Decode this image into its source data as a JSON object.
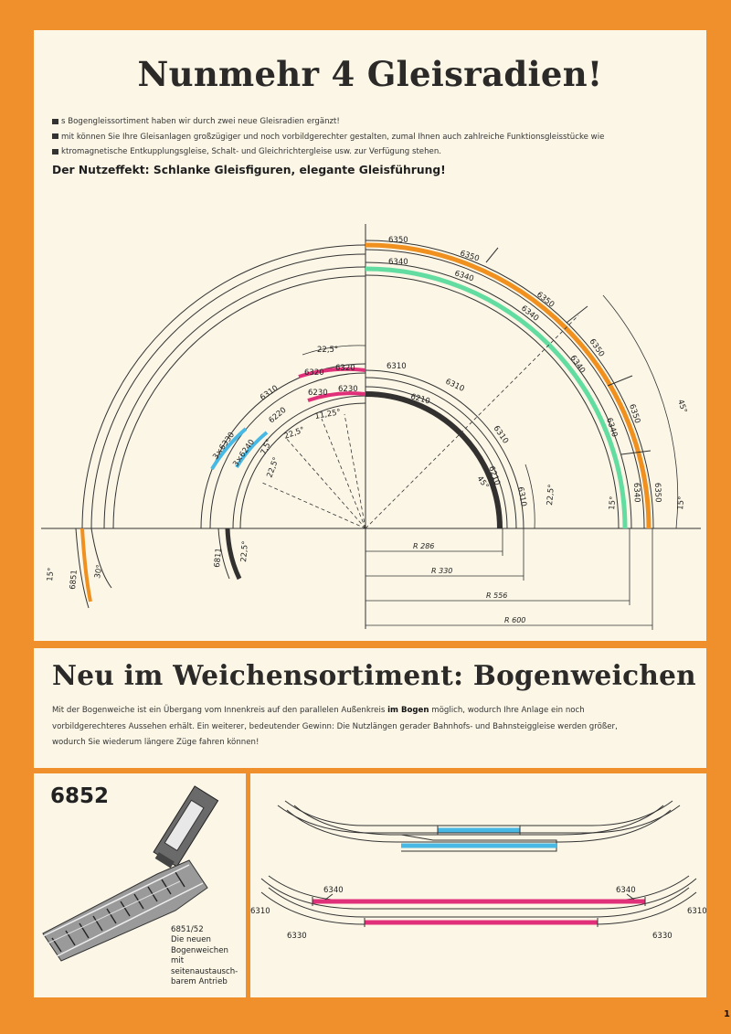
{
  "top": {
    "title": "Nunmehr 4 Gleisradien!",
    "intro_lines": [
      "s Bogengleissortiment haben wir durch zwei neue Gleisradien ergänzt!",
      "mit können Sie Ihre Gleisanlagen großzügiger und noch vorbildgerechter gestalten, zumal Ihnen auch zahlreiche Funktionsgleisstücke wie",
      "ktromagnetische Entkupplungsgleise, Schalt- und Gleichrichtergleise usw. zur Verfügung stehen."
    ],
    "subheading": "Der Nutzeffekt: Schlanke Gleisfiguren, elegante Gleisführung!"
  },
  "radii": {
    "r286": "R 286",
    "r330": "R 330",
    "r556": "R 556",
    "r600": "R 600"
  },
  "track_labels": {
    "outer_6350": [
      "6350",
      "6350",
      "6350",
      "6350",
      "6350",
      "6350"
    ],
    "outer_6340": [
      "6340",
      "6340",
      "6340",
      "6340",
      "6340",
      "6340"
    ],
    "mid_6310": [
      "6310",
      "6310",
      "6310",
      "6310",
      "6310"
    ],
    "mid_6210": [
      "6210",
      "6210"
    ],
    "pink_outer": [
      "6320",
      "6320"
    ],
    "pink_inner": [
      "6230",
      "6230"
    ],
    "small_left": [
      "6220",
      "3×6330",
      "3×6240"
    ],
    "switch_left": "6851",
    "switch_inner": "6811"
  },
  "angles": {
    "a45_left": "45°",
    "a45_right": "45°",
    "a22_5_top": "22,5°",
    "a22_5_right": "22,5°",
    "a22_5_mid": "22,5°",
    "a22_5_low": "22,5°",
    "a22_5_bottom": "22,5°",
    "a11_25": "11,25°",
    "a7_5": "7,5°",
    "a15_a": "15°",
    "a15_b": "15°",
    "a15_c": "15°",
    "a30": "30°"
  },
  "middle": {
    "title": "Neu im Weichensortiment: Bogenweichen",
    "body_line1_pre": "Mit der Bogenweiche ist ein Übergang vom Innenkreis auf den parallelen Außenkreis",
    "body_line1_bold": "im Bogen",
    "body_line1_post": "möglich, wodurch Ihre Anlage ein noch",
    "body_line2": "vorbildgerechteres Aussehen erhält. Ein weiterer, bedeutender Gewinn: Die Nutzlängen gerader Bahnhofs- und Bahnsteiggleise werden größer,",
    "body_line3": "wodurch Sie wiederum längere Züge fahren können!"
  },
  "product": {
    "number": "6852",
    "caption_lines": [
      "6851/52",
      "Die neuen",
      "Bogenweichen",
      "mit",
      "seitenaustausch-",
      "barem Antrieb"
    ]
  },
  "diagram_labels": {
    "l6340_left": "6340",
    "l6340_right": "6340",
    "l6310_left": "6310",
    "l6310_right": "6310",
    "l6330_left": "6330",
    "l6330_right": "6330"
  },
  "page_number": "1",
  "colors": {
    "orange_track": "#f0901f",
    "green_track": "#62dca0",
    "pink_track": "#e0307a",
    "blue_track": "#47b9e4",
    "dark_track": "#333030",
    "background": "#f0902c",
    "paper": "#fbf6e6"
  }
}
